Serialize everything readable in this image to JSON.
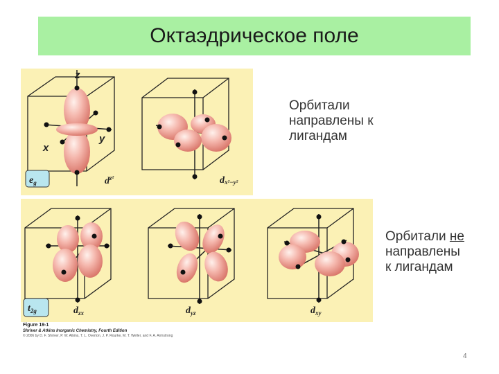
{
  "title": "Октаэдрическое поле",
  "top_group": {
    "label": "e",
    "label_sub": "g",
    "axes": {
      "z": "z",
      "x": "x",
      "y": "y"
    },
    "orbitals": [
      {
        "base": "d",
        "sub": "z²"
      },
      {
        "base": "d",
        "sub": "x²−y²"
      }
    ],
    "description": [
      "Орбитали",
      "направлены к",
      "лигандам"
    ]
  },
  "bottom_group": {
    "label": "t",
    "label_sub": "2g",
    "orbitals": [
      {
        "base": "d",
        "sub": "zx"
      },
      {
        "base": "d",
        "sub": "yz"
      },
      {
        "base": "d",
        "sub": "xy"
      }
    ],
    "description_line1_a": "Орбитали ",
    "description_line1_b": "не",
    "description_rest": [
      "направлены",
      "к лигандам"
    ]
  },
  "caption": {
    "figure": "Figure 19-1",
    "book": "Shriver & Atkins Inorganic Chemistry, Fourth Edition",
    "credit": "© 2006 by D. F. Shriver, P. W. Atkins, T. L. Overton, J. P. Rourke, M. T. Weller, and F. A. Armstrong"
  },
  "page_number": "4",
  "colors": {
    "title_bg": "#a9f0a2",
    "panel_bg": "#fbf1b5",
    "lobe": "#f0a49a",
    "label_box": "#b9e6ef"
  }
}
